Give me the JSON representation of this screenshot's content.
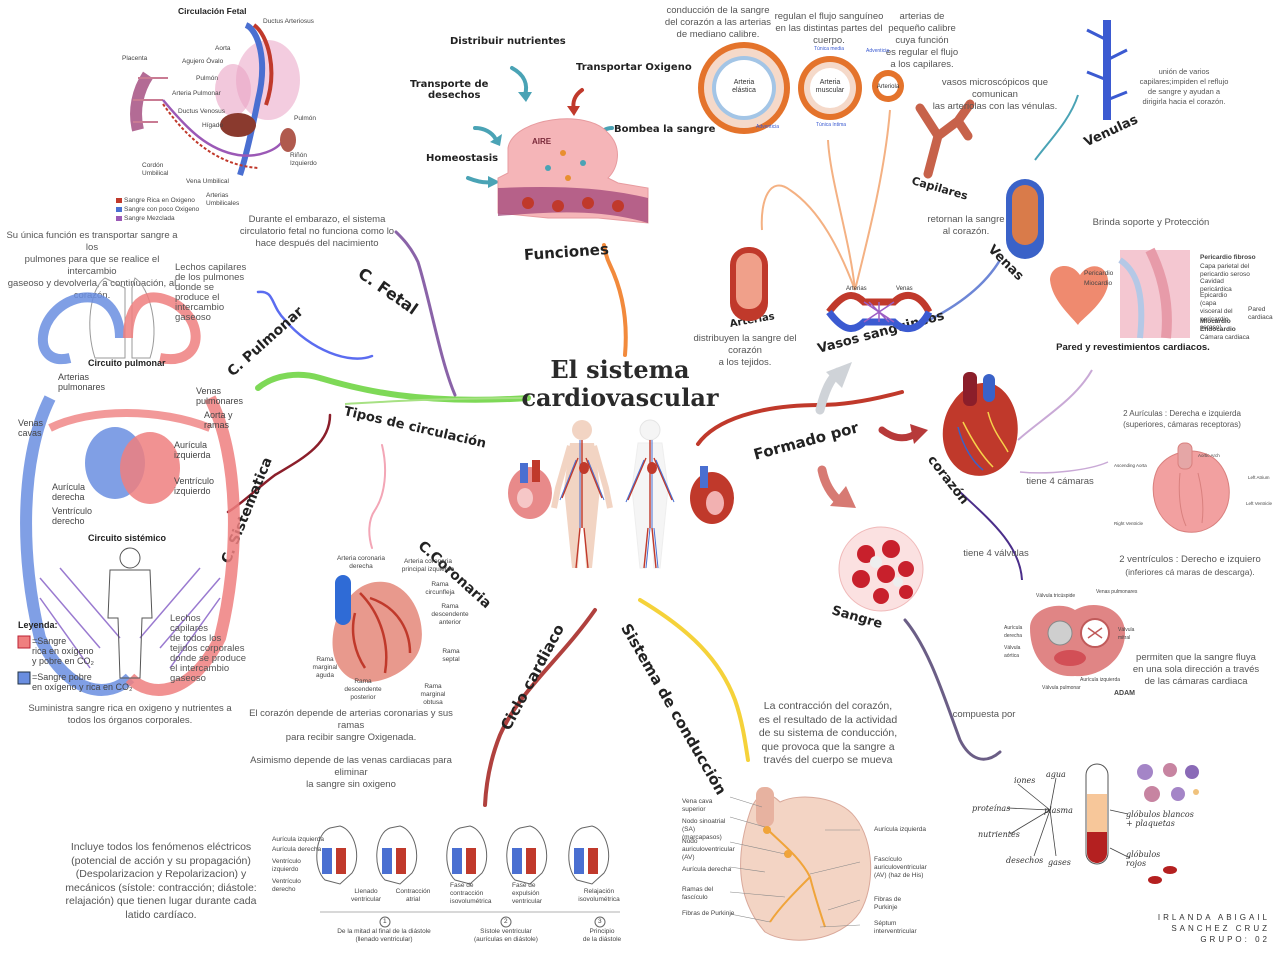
{
  "central": {
    "line1": "El sistema",
    "line2": "cardiovascular"
  },
  "branches": {
    "funciones": "Funciones",
    "tipos": "Tipos de circulación",
    "formado": "Formado por",
    "ciclo": "Ciclo cardiaco",
    "conduccion": "Sistema de conducción",
    "fetal": "C. Fetal",
    "pulmonar": "C. Pulmonar",
    "sistematica": "C. Sistematica",
    "coronaria": "C.Coronaria",
    "vasos": "Vasos sanguineos",
    "corazon": "corazón",
    "sangre": "Sangre",
    "arterias": "Arterias",
    "capilares": "Capilares",
    "venas": "Venas",
    "venulas": "Venulas"
  },
  "funciones": {
    "distribuir": "Distribuir nutrientes",
    "transportar": "Transportar Oxigeno",
    "desechos_1": "Transporte de",
    "desechos_2": "desechos",
    "bombea": "Bombea la sangre",
    "homeostasis": "Homeostasis",
    "aire": "AIRE"
  },
  "notes": {
    "fetal": [
      "Durante el embarazo, el sistema",
      "circulatorio fetal no funciona como lo",
      "hace después del nacimiento"
    ],
    "pulmonar": [
      "Su única función es transportar sangre a los",
      "pulmones para que se realice el intercambio",
      "gaseoso y devolverla, a continuación, al",
      "corazón."
    ],
    "sistemica": [
      "Suministra sangre rica en oxigeno y nutrientes a",
      "todos los órganos corporales."
    ],
    "coronaria_1": [
      "El corazón depende de arterias coronarias y sus ramas",
      "para recibir sangre Oxigenada."
    ],
    "coronaria_2": [
      "Asimismo depende de las venas cardiacas para eliminar",
      "la sangre sin oxigeno"
    ],
    "ciclo": [
      "Incluye todos los fenómenos eléctricos",
      "(potencial de acción y su propagación)",
      "(Despolarizacion y Repolarizacion) y",
      "mecánicos (sístole: contracción; diástole:",
      "relajación) que tienen lugar durante cada",
      "latido cardíaco."
    ],
    "conduccion": [
      "La contracción del corazón,",
      "es el resultado de la actividad",
      "de su sistema de conducción,",
      "que provoca que la sangre a",
      "través del cuerpo se mueva"
    ],
    "arterias_top_1": [
      "conducción de la sangre",
      "del corazón a las arterias",
      "de mediano calibre."
    ],
    "arterias_top_2": [
      "regulan el flujo sanguíneo",
      "en las distintas partes del",
      "cuerpo."
    ],
    "arterias_top_3": [
      "arterias de",
      "pequeño calibre",
      "cuya función",
      "es regular el flujo",
      "a los capilares."
    ],
    "capilares": [
      "vasos microscópicos que comunican",
      "las arteriolas con las vénulas."
    ],
    "venulas": [
      "unión de varios",
      "capilares;impiden el reflujo",
      "de sangre y ayudan a",
      "dirigirla hacia el corazón."
    ],
    "venas": [
      "retornan la sangre",
      "al corazón."
    ],
    "arterias": [
      "distribuyen la sangre del corazón",
      "a los tejidos."
    ],
    "pared_top": "Brinda soporte y Protección",
    "pared_bottom": "Pared y revestimientos cardiacos.",
    "auriculas": [
      "2 Aurículas : Derecha e izquierda",
      "(superiores, cámaras receptoras)"
    ],
    "ventriculos": [
      "2 ventrículos : Derecho e izquiero",
      "(inferiores cá maras de descarga)."
    ],
    "camaras": "tiene 4 cámaras",
    "valvulas": "tiene 4 válvulas",
    "valvulas_fn": [
      "permiten que la sangre fluya",
      "en una sola dirección a través",
      "de las cámaras cardiaca"
    ],
    "compuesta": "compuesta por"
  },
  "fetal_fig": {
    "title": "Circulación Fetal",
    "labels": [
      "Ductus Arteriosus",
      "Placenta",
      "Aorta",
      "Agujero Óvalo",
      "Pulmón",
      "Arteria Pulmonar",
      "Ductus Venosus",
      "Hígado",
      "Pulmón",
      "Riñón Izquierdo",
      "Cordón Umbilical",
      "Vena Umbilical",
      "Arterias Umbilicales"
    ],
    "legend": [
      "Sangre Rica en Oxigeno",
      "Sangre con poco Oxigeno",
      "Sangre Mezclada"
    ]
  },
  "pulmonar_fig": {
    "lechos_top": [
      "Lechos capilares",
      "de los pulmones",
      "donde se",
      "produce el",
      "intercambio",
      "gaseoso"
    ],
    "circuito_pulmonar": "Circuito pulmonar",
    "circuito_sistemico": "Circuito sistémico",
    "arterias_pulm": [
      "Arterias",
      "pulmonares"
    ],
    "venas_pulm": [
      "Venas",
      "pulmonares"
    ],
    "aorta": [
      "Aorta y",
      "ramas"
    ],
    "venas_cavas": [
      "Venas",
      "cavas"
    ],
    "auricula_izq": [
      "Aurícula",
      "izquierda"
    ],
    "auricula_der": [
      "Aurícula",
      "derecha"
    ],
    "ventriculo_izq": [
      "Ventrículo",
      "izquierdo"
    ],
    "ventriculo_der": [
      "Ventrículo",
      "derecho"
    ],
    "lechos_bottom": [
      "Lechos",
      "capilares",
      "de todos los",
      "tejidos corporales",
      "donde se produce",
      "el intercambio",
      "gaseoso"
    ],
    "leyenda": "Leyenda:",
    "leg_red": [
      "=Sangre",
      "rica en oxígeno",
      "y pobre en CO₂"
    ],
    "leg_blue": [
      "=Sangre pobre",
      "en oxígeno y rica en CO₂"
    ]
  },
  "coronaria_fig": {
    "labels": [
      "Arteria coronaria derecha",
      "Arteria coronaria principal izquierda",
      "Rama circunfleja",
      "Rama descendente anterior",
      "Rama septal",
      "Rama marginal aguda",
      "Rama descendente posterior",
      "Rama marginal obtusa"
    ]
  },
  "ciclo_fig": {
    "left_labels": [
      "Aurícula izquierda",
      "Aurícula derecha",
      "Ventrículo izquierdo",
      "Ventrículo derecho"
    ],
    "phases": [
      "Llenado ventricular",
      "Contracción atrial",
      "Fase de contracción isovolumétrica",
      "Fase de expulsión ventricular",
      "Relajación isovolumétrica"
    ],
    "steps": [
      {
        "n": "1",
        "text": [
          "De la mitad al final de la diástole",
          "(llenado ventricular)"
        ]
      },
      {
        "n": "2",
        "text": [
          "Sístole ventricular",
          "(aurículas en diástole)"
        ]
      },
      {
        "n": "3",
        "text": [
          "Principio",
          "de la diástole"
        ]
      }
    ]
  },
  "conduccion_fig": {
    "left": [
      "Vena cava superior",
      "Nodo sinoatrial (SA) (marcapasos)",
      "Nodo auriculoventricular (AV)",
      "Aurícula derecha",
      "Ramas del fascículo",
      "Fibras de Purkinje"
    ],
    "right": [
      "Aurícula izquierda",
      "Fascículo auriculoventricular (AV) (haz de His)",
      "Fibras de Purkinje",
      "Séptum interventricular"
    ]
  },
  "vasos_fig": {
    "elastica": [
      "Arteria",
      "elástica"
    ],
    "muscular": [
      "Arteria",
      "muscular"
    ],
    "arteriola": "Arteriola",
    "tunica_media": "Túnica media",
    "adventicia": "Adventicia",
    "tunica_intima": "Túnica íntima",
    "arterias_lbl": "Arterias",
    "venas_lbl": "Venas"
  },
  "pared_fig": {
    "labels": [
      "Pericardio fibroso",
      "Capa parietal del pericardio seroso",
      "Cavidad pericárdica",
      "Epicardio (capa visceral del pericardio seroso)",
      "Miocardio",
      "Endocardio",
      "Cámara cardiaca",
      "Pared cardiaca",
      "Pericardio",
      "Miocardio"
    ]
  },
  "valv_fig": {
    "labels": [
      "Válvula tricúspide",
      "Venas pulmonares",
      "Aurícula derecha",
      "Válvula aórtica",
      "Válvula mitral",
      "Aurícula izquierda",
      "Válvula pulmonar"
    ],
    "brand": "ADAM"
  },
  "heart2_fig": {
    "labels": [
      "Ascending Aorta",
      "Aortic Arch",
      "Left Atrium",
      "Left Ventricle",
      "Right Ventricle"
    ]
  },
  "sangre_fig": {
    "iones": "iones",
    "agua": "agua",
    "proteinas": "proteínas",
    "plasma": "plasma",
    "nutrientes": "nutrientes",
    "desechos": "desechos",
    "gases": "gases",
    "blancos": [
      "glóbulos blancos",
      "+ plaquetas"
    ],
    "rojos": [
      "glóbulos",
      "rojos"
    ]
  },
  "author": [
    "IRLANDA ABIGAIL",
    "SANCHEZ CRUZ",
    "GRUPO: 02"
  ],
  "colors": {
    "green": "#7ed957",
    "purple": "#8a63a8",
    "blue": "#5b6cf0",
    "maroon": "#8b1e2a",
    "pink": "#f3a6b6",
    "orange": "#f28a3c",
    "yellow": "#f5d23a",
    "red": "#c0392b",
    "teal": "#4aa3b5",
    "grey": "#cfd3d8"
  }
}
